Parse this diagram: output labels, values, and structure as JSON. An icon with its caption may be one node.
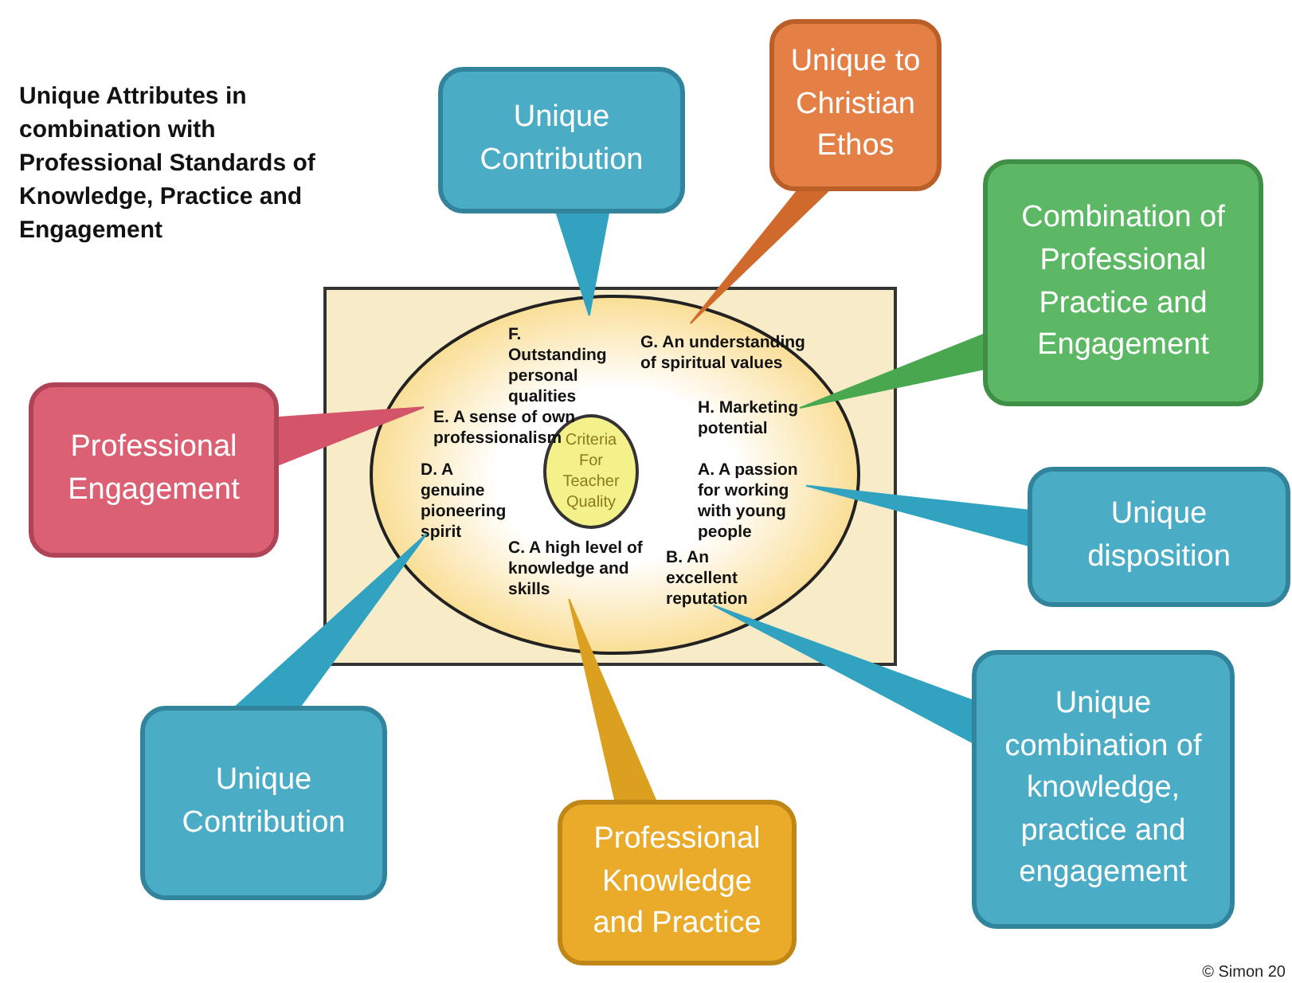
{
  "diagram": {
    "title": "Unique Attributes in combination with Professional Standards of Knowledge, Practice and Engagement",
    "nodes": [
      {
        "text": [],
        "shape": "box"
      },
      {
        "text": [],
        "shape": "circle",
        "in": 0
      },
      {
        "text": [
          "Criteria For Teacher Quality"
        ],
        "in": 1
      },
      {
        "text": [
          "F. Outstanding personal qualities"
        ],
        "in": 1
      },
      {
        "text": [
          "G. An understanding of spiritual values"
        ],
        "in": 1
      },
      {
        "text": [
          "E. A sense of own professionalism"
        ],
        "in": 1
      },
      {
        "text": [
          "H. Marketing potential"
        ],
        "in": 1
      },
      {
        "text": [
          "D. A genuine pioneering spirit"
        ],
        "in": 1
      },
      {
        "text": [
          "A. A passion for working with young people"
        ],
        "in": 1
      },
      {
        "text": [
          "C. A high level of knowledge and skills"
        ],
        "in": 1
      },
      {
        "text": [
          "B. An excellent reputation"
        ],
        "in": 1
      },
      {
        "text": [
          "Unique Contribution"
        ]
      },
      {
        "text": [
          "Unique to Christian Ethos"
        ]
      },
      {
        "text": [
          "Combination of Professional Practice and Engagement"
        ]
      },
      {
        "text": [
          "Professional Engagement"
        ]
      },
      {
        "text": [
          "Unique disposition"
        ]
      },
      {
        "text": [
          "Unique Contribution"
        ]
      },
      {
        "text": [
          "Professional Knowledge and Practice"
        ]
      },
      {
        "text": [
          "Unique combination of knowledge, practice and engagement"
        ]
      }
    ],
    "edges": [
      {
        "from": 11,
        "to": 3,
        "arrow": "none",
        "color": "#31a3c0"
      },
      {
        "from": 12,
        "to": 4,
        "arrow": "none",
        "color": "#d06a2c"
      },
      {
        "from": 13,
        "to": 6,
        "arrow": "none",
        "color": "#49a84f"
      },
      {
        "from": 14,
        "to": 5,
        "arrow": "none",
        "color": "#d4546a"
      },
      {
        "from": 15,
        "to": 8,
        "arrow": "none",
        "color": "#31a3c0"
      },
      {
        "from": 16,
        "to": 7,
        "arrow": "none",
        "color": "#31a3c0"
      },
      {
        "from": 17,
        "to": 9,
        "arrow": "none",
        "color": "#dba01f"
      },
      {
        "from": 18,
        "to": 10,
        "arrow": "none",
        "color": "#31a3c0"
      }
    ],
    "labels": [
      "© Simon 20"
    ]
  }
}
